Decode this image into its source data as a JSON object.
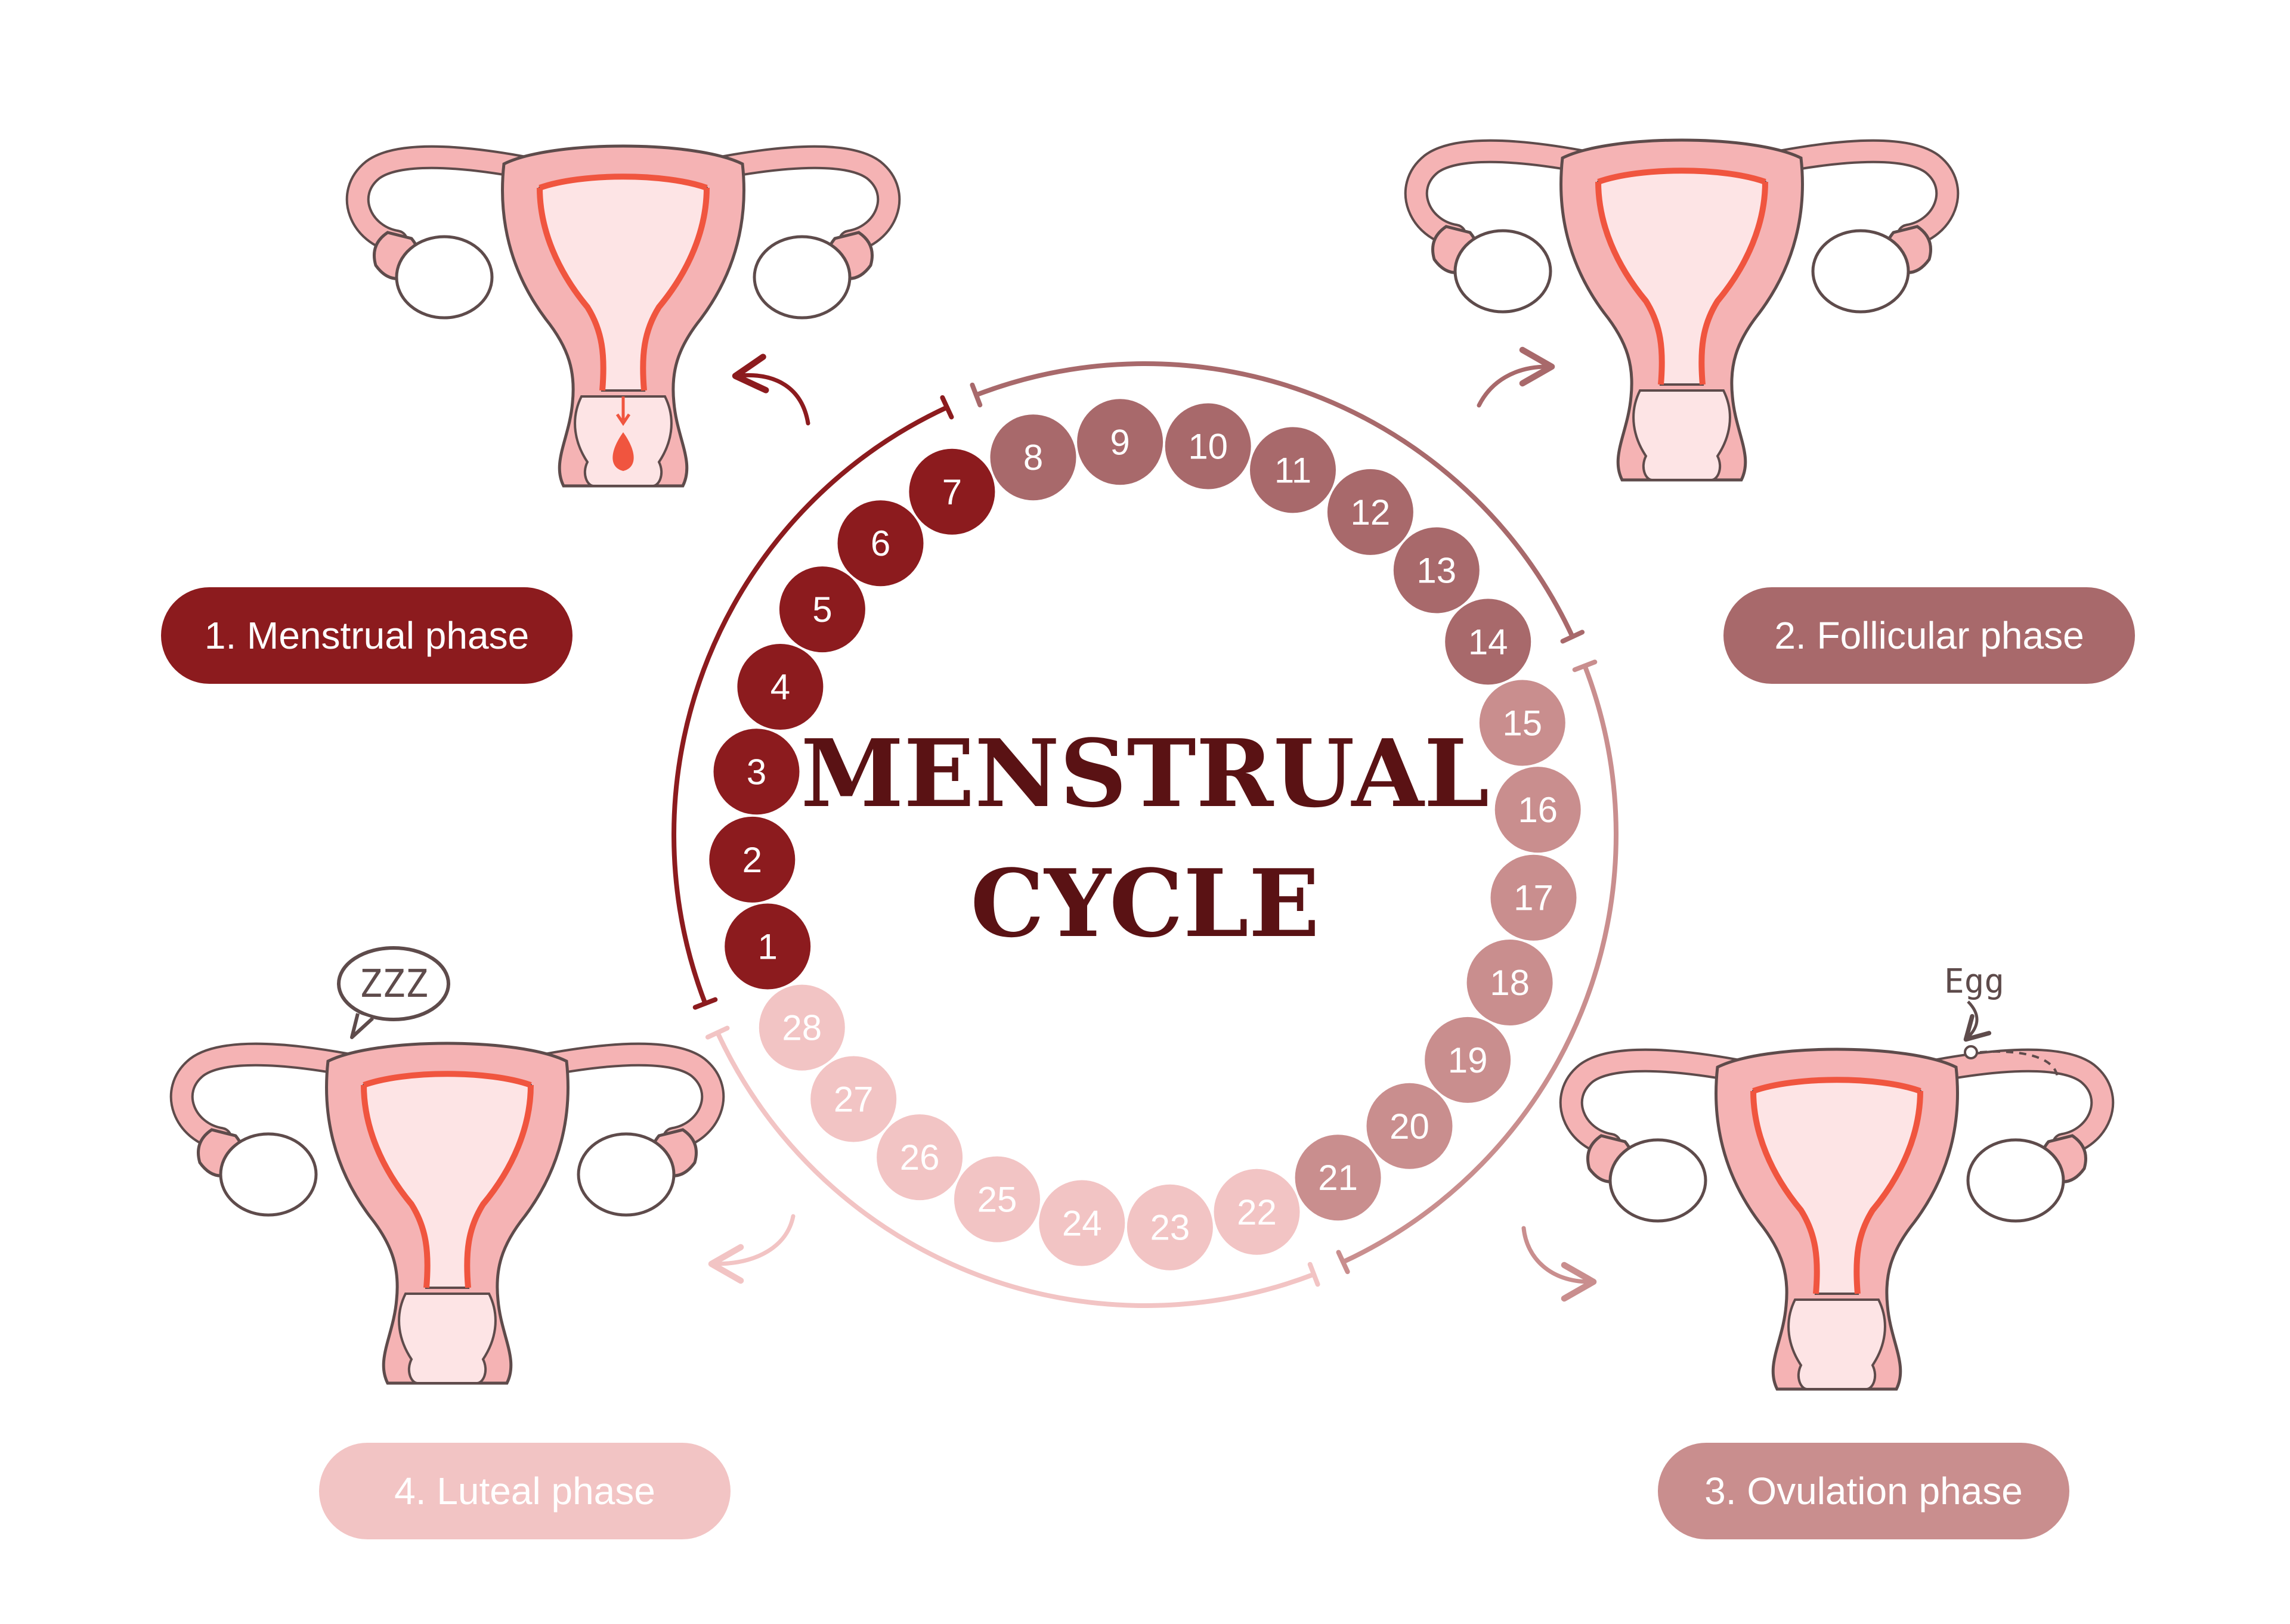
{
  "title": {
    "line1": "MENSTRUAL",
    "line2": "CYCLE"
  },
  "colors": {
    "menstrual": "#8c1b1e",
    "follicular": "#a8696b",
    "ovulation": "#c98e8e",
    "luteal": "#f2c4c4",
    "title": "#5a1214",
    "uterus_fill": "#f5b3b4",
    "uterus_inner": "#fde4e5",
    "lining": "#f0553f",
    "outline": "#5e4b4b"
  },
  "phases": [
    {
      "id": "menstrual",
      "label": "1. Menstrual phase",
      "days": [
        1,
        2,
        3,
        4,
        5,
        6,
        7
      ]
    },
    {
      "id": "follicular",
      "label": "2. Follicular phase",
      "days": [
        8,
        9,
        10,
        11,
        12,
        13,
        14
      ]
    },
    {
      "id": "ovulation",
      "label": "3. Ovulation phase",
      "days": [
        15,
        16,
        17,
        18,
        19,
        20,
        21
      ]
    },
    {
      "id": "luteal",
      "label": "4. Luteal phase",
      "days": [
        22,
        23,
        24,
        25,
        26,
        27,
        28
      ]
    }
  ],
  "days": [
    "1",
    "2",
    "3",
    "4",
    "5",
    "6",
    "7",
    "8",
    "9",
    "10",
    "11",
    "12",
    "13",
    "14",
    "15",
    "16",
    "17",
    "18",
    "19",
    "20",
    "21",
    "22",
    "23",
    "24",
    "25",
    "26",
    "27",
    "28"
  ],
  "annotations": {
    "sleep": "ZZZ",
    "egg": "Egg"
  },
  "icons": [
    "uterus-icon",
    "blood-drop-icon",
    "speech-bubble-icon",
    "egg-icon",
    "curved-arrow-icon"
  ]
}
